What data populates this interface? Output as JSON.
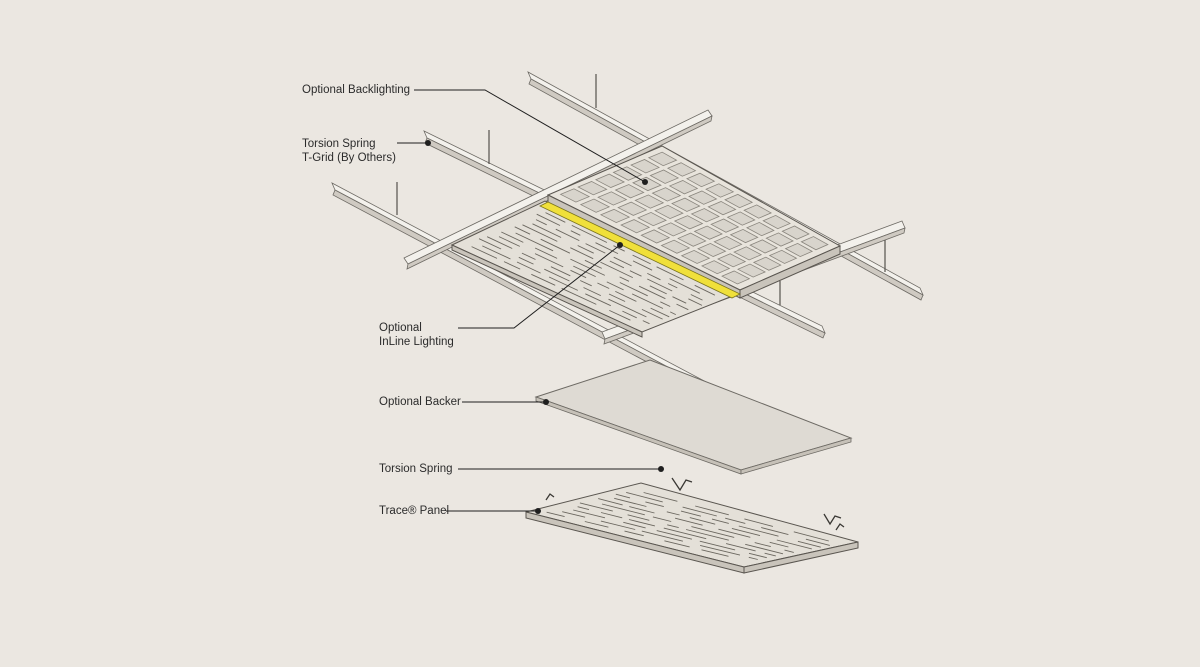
{
  "labels": {
    "backlighting": "Optional Backlighting",
    "torsion_grid_line1": "Torsion Spring",
    "torsion_grid_line2": "T-Grid (By Others)",
    "inline_line1": "Optional",
    "inline_line2": "InLine Lighting",
    "backer": "Optional Backer",
    "torsion_spring": "Torsion Spring",
    "trace_panel": "Trace® Panel"
  },
  "colors": {
    "background": "#ebe7e1",
    "inline_light": "#f0e03a",
    "leader": "#1f1f1f"
  }
}
